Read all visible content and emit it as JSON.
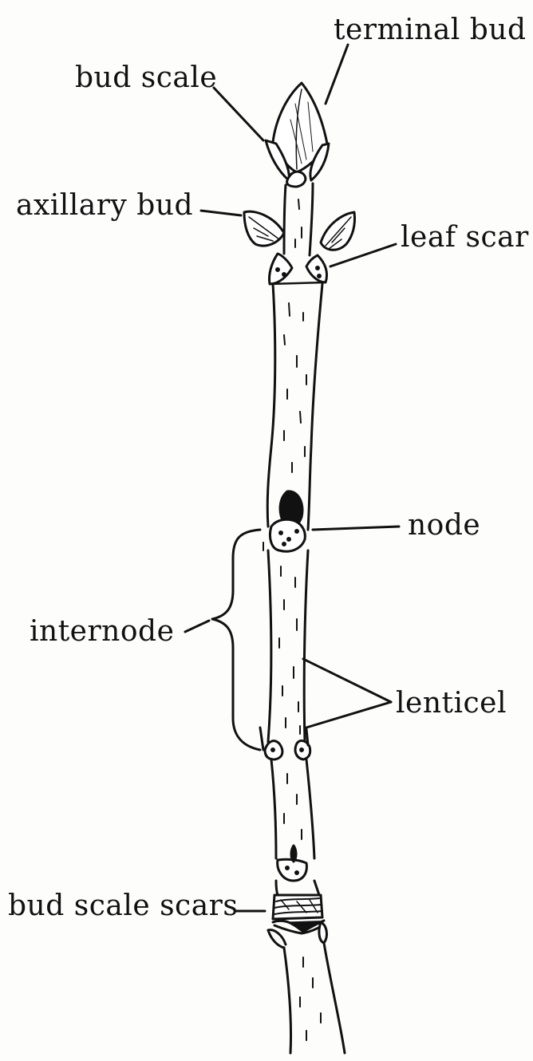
{
  "diagram": {
    "labels": {
      "terminal_bud": "terminal bud",
      "bud_scale": "bud scale",
      "axillary_bud": "axillary bud",
      "leaf_scar": "leaf scar",
      "node": "node",
      "internode": "internode",
      "lenticel": "lenticel",
      "bud_scale_scars": "bud scale scars"
    },
    "colors": {
      "ink": "#111111",
      "paper": "#fdfdfc"
    }
  }
}
